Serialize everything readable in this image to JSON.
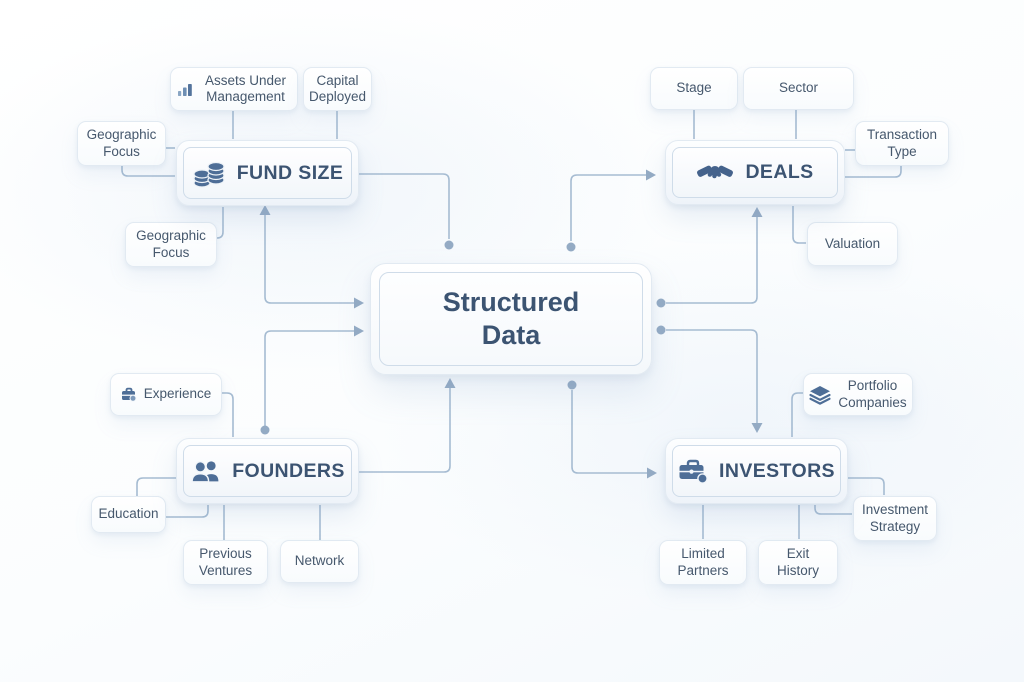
{
  "diagram_title": "Structured Data",
  "center": {
    "label": "Structured Data"
  },
  "nodes": {
    "fund_size": {
      "label": "FUND SIZE",
      "icon": "coins-icon"
    },
    "deals": {
      "label": "DEALS",
      "icon": "handshake-icon"
    },
    "founders": {
      "label": "FOUNDERS",
      "icon": "people-icon"
    },
    "investors": {
      "label": "INVESTORS",
      "icon": "briefcase-coin-icon"
    }
  },
  "attributes": {
    "assets_under_management": {
      "label": "Assets Under Management",
      "icon": "bar-chart-icon",
      "node": "fund_size"
    },
    "capital_deployed": {
      "label": "Capital Deployed",
      "node": "fund_size"
    },
    "geographic_focus_upper": {
      "label": "Geographic Focus",
      "node": "fund_size"
    },
    "geographic_focus_lower": {
      "label": "Geographic Focus",
      "node": "fund_size"
    },
    "stage": {
      "label": "Stage",
      "node": "deals"
    },
    "sector": {
      "label": "Sector",
      "node": "deals"
    },
    "transaction_type": {
      "label": "Transaction Type",
      "node": "deals"
    },
    "valuation": {
      "label": "Valuation",
      "node": "deals"
    },
    "experience": {
      "label": "Experience",
      "icon": "briefcase-badge-icon",
      "node": "founders"
    },
    "education": {
      "label": "Education",
      "node": "founders"
    },
    "previous_ventures": {
      "label": "Previous Ventures",
      "node": "founders"
    },
    "network": {
      "label": "Network",
      "node": "founders"
    },
    "portfolio_companies": {
      "label": "Portfolio Companies",
      "icon": "layers-icon",
      "node": "investors"
    },
    "investment_strategy": {
      "label": "Investment Strategy",
      "node": "investors"
    },
    "limited_partners": {
      "label": "Limited Partners",
      "node": "investors"
    },
    "exit_history": {
      "label": "Exit History",
      "node": "investors"
    }
  },
  "colors": {
    "line": "#a6bcd2",
    "marker": "#94abc4",
    "icon": "#4e6e97",
    "icon_light": "#7d99ba",
    "node_title": "#3c5472",
    "attr_text": "#46586d",
    "box_border": "#e2eaf2",
    "inner_border": "#cfdce9"
  }
}
